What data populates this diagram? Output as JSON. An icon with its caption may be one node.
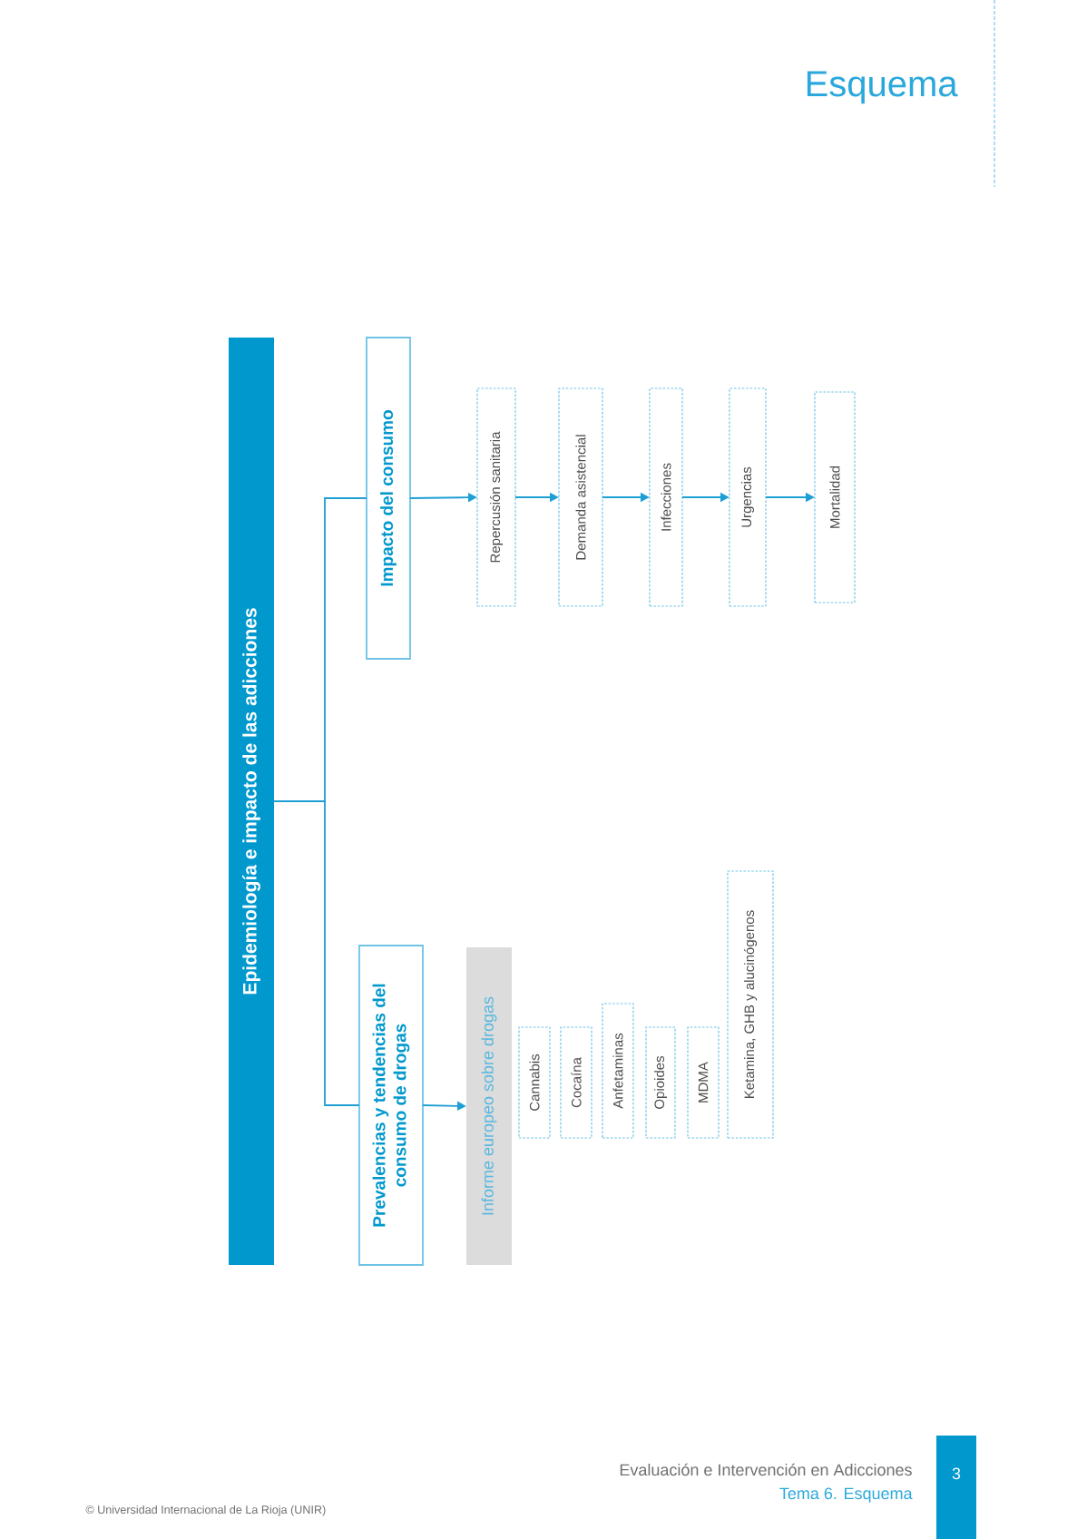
{
  "diagram": {
    "title": "Esquema",
    "nodes": [
      {
        "text": [
          "Epidemiología e impacto de las adicciones"
        ]
      },
      {
        "text": [
          "Impacto del consumo"
        ]
      },
      {
        "text": [
          "Repercusión sanitaria"
        ]
      },
      {
        "text": [
          "Demanda asistencial"
        ]
      },
      {
        "text": [
          "Infecciones"
        ]
      },
      {
        "text": [
          "Urgencias"
        ]
      },
      {
        "text": [
          "Mortalidad"
        ]
      },
      {
        "text": [
          "Prevalencias y tendencias del consumo de drogas"
        ]
      },
      {
        "text": [
          "Informe europeo sobre drogas"
        ]
      },
      {
        "text": [
          "Cannabis"
        ]
      },
      {
        "text": [
          "Cocaína"
        ]
      },
      {
        "text": [
          "Anfetaminas"
        ]
      },
      {
        "text": [
          "Opioides"
        ]
      },
      {
        "text": [
          "MDMA"
        ]
      },
      {
        "text": [
          "Ketamina, GHB y alucinógenos"
        ]
      }
    ],
    "edges": [
      {
        "from": 0,
        "to": 1,
        "arrow": "none"
      },
      {
        "from": 0,
        "to": 7,
        "arrow": "none"
      },
      {
        "from": 1,
        "to": 2,
        "arrow": "to"
      },
      {
        "from": 2,
        "to": 3,
        "arrow": "to"
      },
      {
        "from": 3,
        "to": 4,
        "arrow": "to"
      },
      {
        "from": 4,
        "to": 5,
        "arrow": "to"
      },
      {
        "from": 5,
        "to": 6,
        "arrow": "to"
      },
      {
        "from": 7,
        "to": 8,
        "arrow": "to"
      }
    ],
    "labels": [
      "Evaluación e Intervención en Adicciones",
      "Tema 6. Esquema",
      "3",
      "© Universidad Internacional de La Rioja (UNIR)"
    ]
  }
}
